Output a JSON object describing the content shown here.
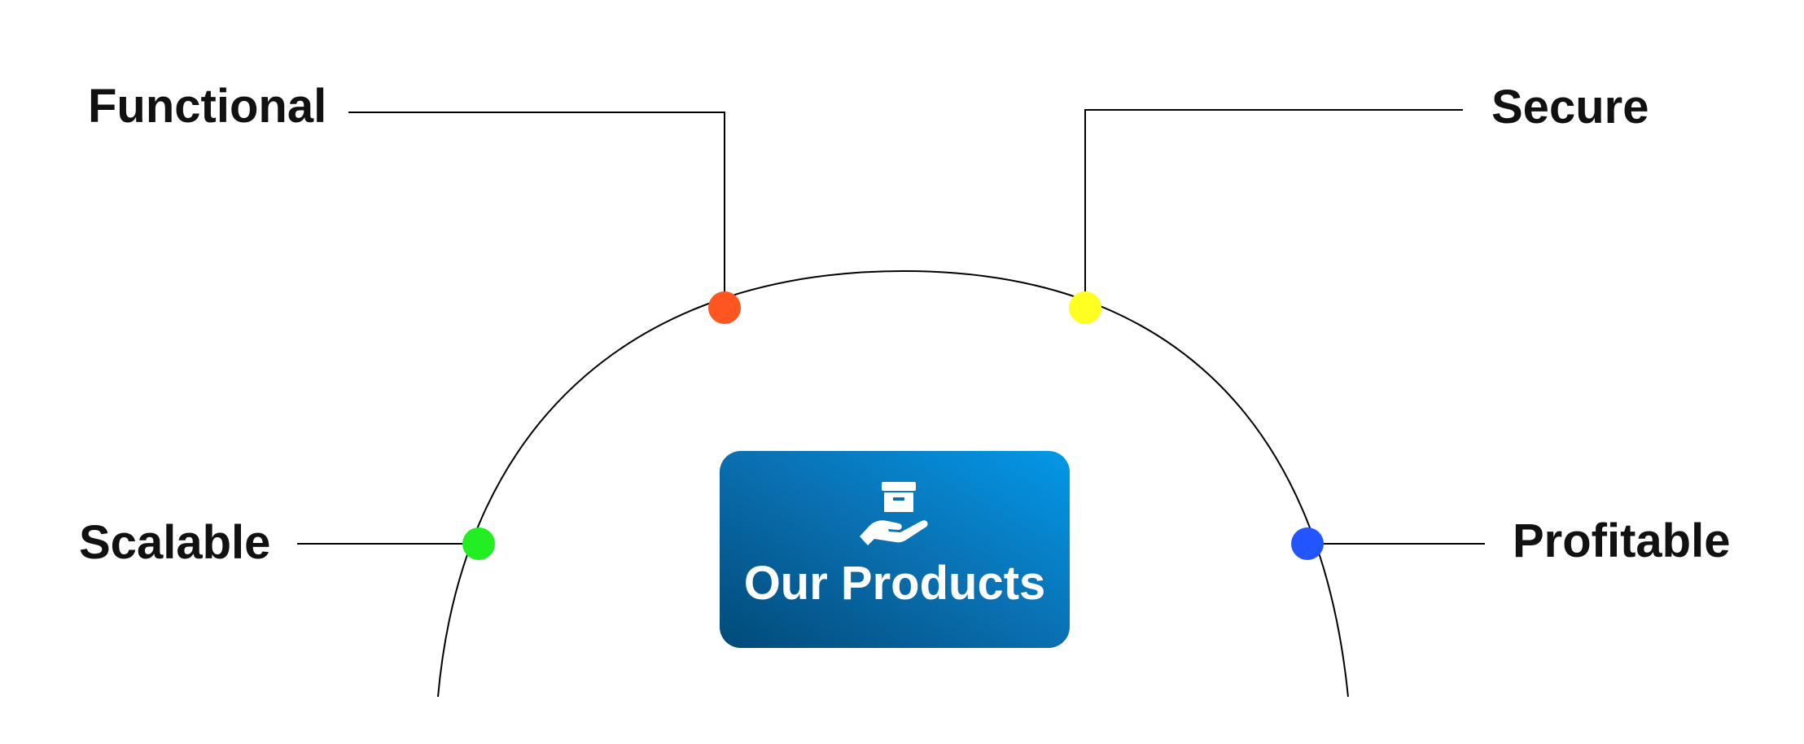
{
  "nodes": [
    {
      "id": "functional",
      "label": "Functional",
      "color": "#ff5522"
    },
    {
      "id": "secure",
      "label": "Secure",
      "color": "#ffff22"
    },
    {
      "id": "scalable",
      "label": "Scalable",
      "color": "#22ee22"
    },
    {
      "id": "profitable",
      "label": "Profitable",
      "color": "#2255ff"
    }
  ],
  "center": {
    "title": "Our Products",
    "icon": "hand-holding-box-icon",
    "gradient_start": "#014a78",
    "gradient_end": "#0398e8"
  },
  "connector_color": "#000000"
}
